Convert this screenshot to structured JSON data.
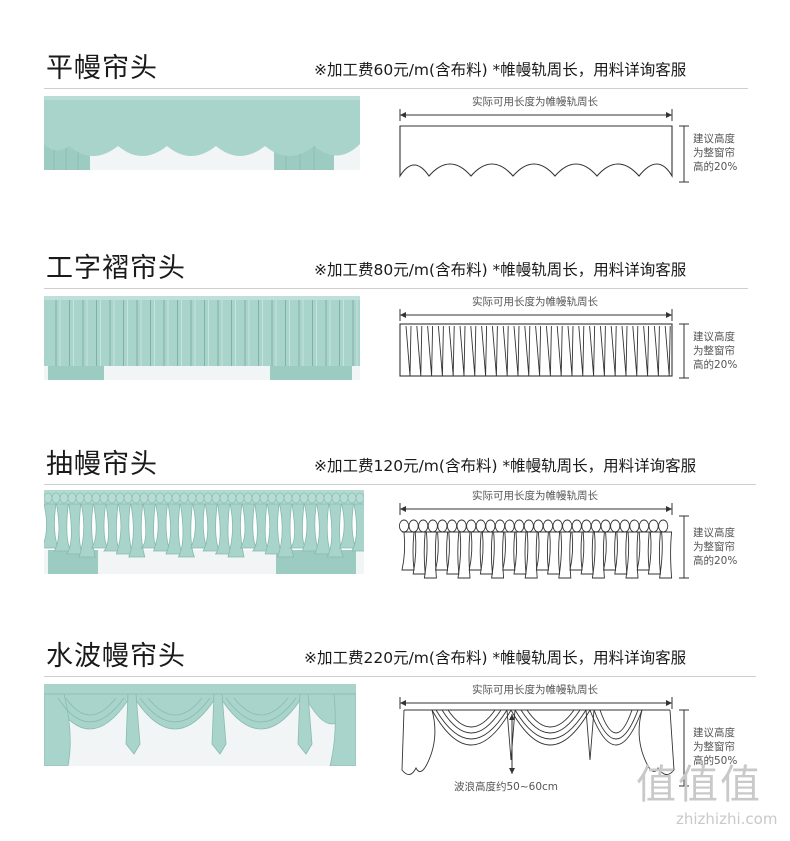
{
  "sections": [
    {
      "title": "平幔帘头",
      "note": "※加工费60元/m(含布料) *帷幔轨周长，用料详询客服",
      "diagram": {
        "width_label": "实际可用长度为帷幔轨周长",
        "side_label": [
          "建议高度",
          "为整窗帘",
          "高的20%"
        ]
      }
    },
    {
      "title": "工字褶帘头",
      "note": "※加工费80元/m(含布料) *帷幔轨周长，用料详询客服",
      "diagram": {
        "width_label": "实际可用长度为帷幔轨周长",
        "side_label": [
          "建议高度",
          "为整窗帘",
          "高的20%"
        ]
      }
    },
    {
      "title": "抽幔帘头",
      "note": "※加工费120元/m(含布料) *帷幔轨周长，用料详询客服",
      "diagram": {
        "width_label": "实际可用长度为帷幔轨周长",
        "side_label": [
          "建议高度",
          "为整窗帘",
          "高的20%"
        ]
      }
    },
    {
      "title": "水波幔帘头",
      "note": "※加工费220元/m(含布料) *帷幔轨周长，用料详询客服",
      "diagram": {
        "width_label": "实际可用长度为帷幔轨周长",
        "side_label": [
          "建议高度",
          "为整窗帘",
          "高的50%"
        ],
        "wave_label": "波浪高度约50~60cm"
      }
    }
  ],
  "watermark": {
    "logo": "值值值",
    "url": "zhizhizhi.com"
  },
  "colors": {
    "fabric": "#a9d4cb",
    "fabric_dark": "#8fc0b6",
    "sheer": "#f4f6f6",
    "line": "#333333"
  }
}
